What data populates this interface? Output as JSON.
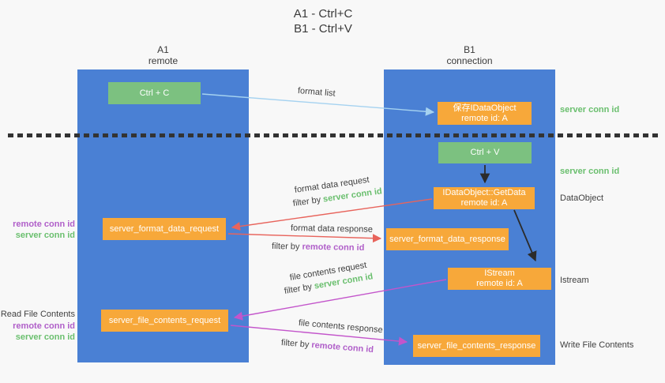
{
  "title": {
    "line1": "A1 - Ctrl+C",
    "line2": "B1 - Ctrl+V"
  },
  "lanes": {
    "a1": {
      "name": "A1",
      "role": "remote"
    },
    "b1": {
      "name": "B1",
      "role": "connection"
    }
  },
  "nodes": {
    "ctrl_c": {
      "label": "Ctrl + C"
    },
    "save_dataobject": {
      "title": "保存IDataObject",
      "subtitle": "remote id: A"
    },
    "ctrl_v": {
      "label": "Ctrl + V"
    },
    "getdata": {
      "title": "IDataObject::GetData",
      "subtitle": "remote id: A"
    },
    "format_request": {
      "label": "server_format_data_request"
    },
    "format_response": {
      "label": "server_format_data_response"
    },
    "istream": {
      "title": "IStream",
      "subtitle": "remote id: A"
    },
    "file_request": {
      "label": "server_file_contents_request"
    },
    "file_response": {
      "label": "server_file_contents_response"
    }
  },
  "edges": {
    "format_list": {
      "label": "format list"
    },
    "format_data_request": {
      "label": "format data request",
      "filter_prefix": "filter by ",
      "filter_key": "server conn id"
    },
    "format_data_response": {
      "label": "format data response",
      "filter_prefix": "filter by ",
      "filter_key": "remote conn id"
    },
    "file_contents_request": {
      "label": "file contents request",
      "filter_prefix": "filter by ",
      "filter_key": "server conn id"
    },
    "file_contents_response": {
      "label": "file contents response",
      "filter_prefix": "filter by ",
      "filter_key": "remote conn id"
    }
  },
  "annotations": {
    "right": {
      "server_conn_id_top": "server conn id",
      "server_conn_id_mid": "server conn id",
      "dataobject": "DataObject",
      "istream": "Istream",
      "write_file_contents": "Write File Contents"
    },
    "left": {
      "format_remote_conn_id": "remote conn id",
      "format_server_conn_id": "server conn id",
      "read_file_contents": "Read File Contents",
      "file_remote_conn_id": "remote conn id",
      "file_server_conn_id": "server conn id"
    }
  },
  "colors": {
    "lane_blue": "#4a80d4",
    "box_green": "#7cc180",
    "box_orange": "#f7a83a",
    "arrow_red": "#e8645c",
    "arrow_magenta": "#c355cb",
    "arrow_lightblue": "#a5d2f0",
    "arrow_black": "#2b2b2b",
    "text_green": "#6abf6e",
    "text_purple": "#b05fc9"
  }
}
